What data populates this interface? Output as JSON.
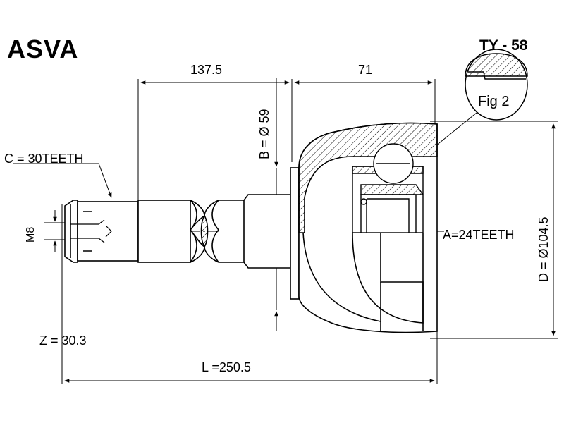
{
  "brand": "ASVA",
  "part_number": "TY - 58",
  "fig_label": "Fig 2",
  "dimensions": {
    "shaft_length": "137.5",
    "body_length": "71",
    "b_diameter": "B = Ø 59",
    "c_teeth": "C = 30TEETH",
    "m_thread": "M8",
    "a_teeth": "A=24TEETH",
    "d_diameter": "D = Ø104.5",
    "z_value": "Z = 30.3",
    "total_length": "L =250.5"
  }
}
